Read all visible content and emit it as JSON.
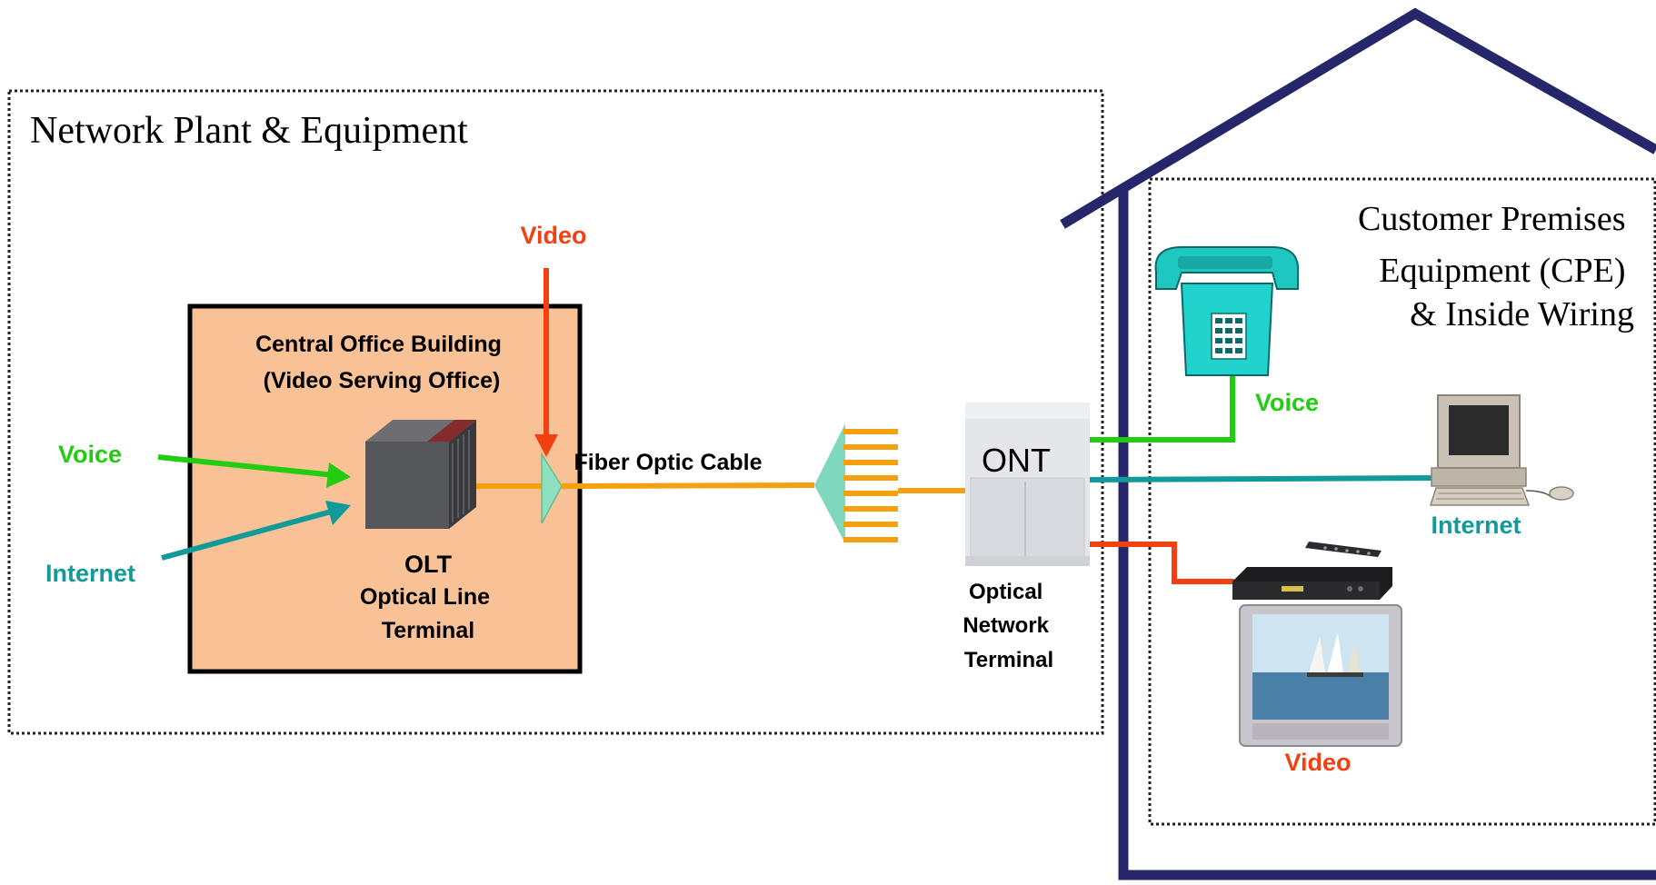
{
  "labels": {
    "network_plant": "Network Plant & Equipment",
    "customer_premises": [
      "Customer Premises",
      "Equipment (CPE)",
      "& Inside Wiring"
    ],
    "central_office": [
      "Central Office Building",
      "(Video Serving Office)"
    ],
    "olt_short": "OLT",
    "olt_long": [
      "Optical Line",
      "Terminal"
    ],
    "fiber_cable": "Fiber Optic Cable",
    "ont_short": "ONT",
    "ont_long": [
      "Optical",
      "Network",
      "Terminal"
    ],
    "input_video": "Video",
    "input_voice": "Voice",
    "input_internet": "Internet",
    "cpe_voice": "Voice",
    "cpe_internet": "Internet",
    "cpe_video": "Video"
  },
  "colors": {
    "voice": "#22cc11",
    "internet": "#119a99",
    "video": "#f24010",
    "fiber": "#f5a00f",
    "house": "#26266a",
    "central_office_fill": "#f9c296"
  }
}
